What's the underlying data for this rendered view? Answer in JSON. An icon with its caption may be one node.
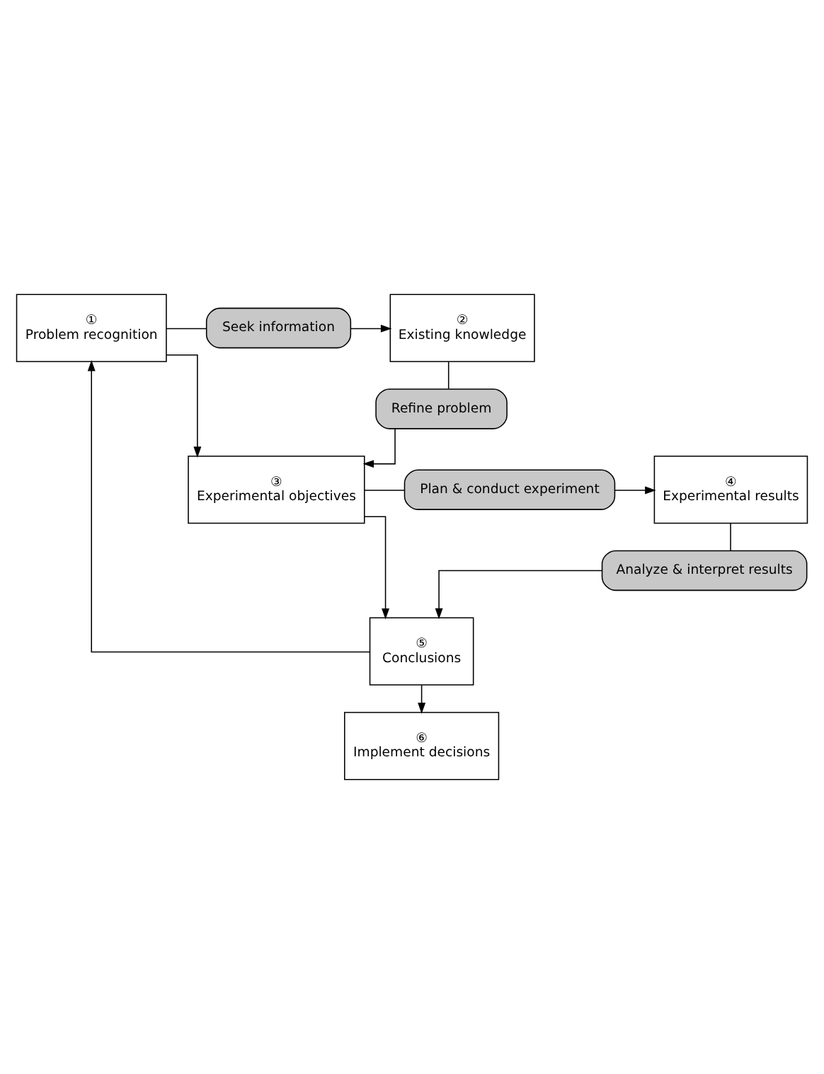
{
  "diagram": {
    "nodes": [
      {
        "text": [
          "①",
          "Problem recognition"
        ]
      },
      {
        "text": [
          "Seek information"
        ]
      },
      {
        "text": [
          "②",
          "Existing knowledge"
        ]
      },
      {
        "text": [
          "Refine problem"
        ]
      },
      {
        "text": [
          "③",
          "Experimental objectives"
        ]
      },
      {
        "text": [
          "Plan & conduct experiment"
        ]
      },
      {
        "text": [
          "④",
          "Experimental results"
        ]
      },
      {
        "text": [
          "Analyze & interpret results"
        ]
      },
      {
        "text": [
          "⑤",
          "Conclusions"
        ]
      },
      {
        "text": [
          "⑥",
          "Implement decisions"
        ]
      }
    ],
    "edges": [
      {
        "from": 0,
        "to": 1,
        "arrow": "none"
      },
      {
        "from": 1,
        "to": 2,
        "arrow": "to"
      },
      {
        "from": 2,
        "to": 3,
        "arrow": "none"
      },
      {
        "from": 3,
        "to": 4,
        "arrow": "to"
      },
      {
        "from": 0,
        "to": 4,
        "arrow": "to"
      },
      {
        "from": 4,
        "to": 5,
        "arrow": "none"
      },
      {
        "from": 5,
        "to": 6,
        "arrow": "to"
      },
      {
        "from": 6,
        "to": 7,
        "arrow": "none"
      },
      {
        "from": 7,
        "to": 8,
        "arrow": "to"
      },
      {
        "from": 4,
        "to": 8,
        "arrow": "to"
      },
      {
        "from": 8,
        "to": 0,
        "arrow": "to"
      },
      {
        "from": 8,
        "to": 9,
        "arrow": "to"
      }
    ]
  }
}
